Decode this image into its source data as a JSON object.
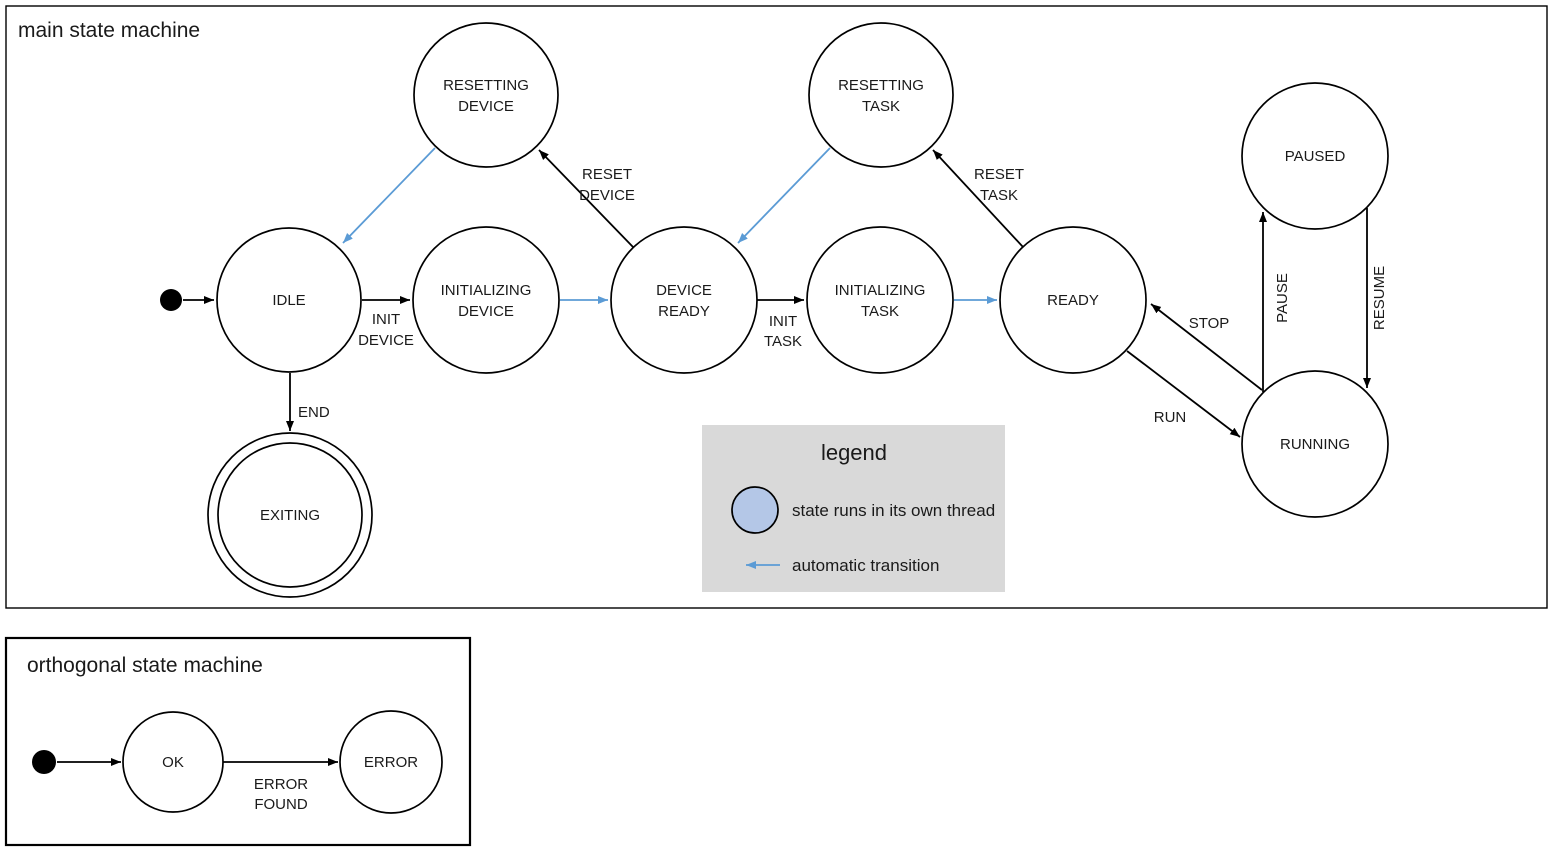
{
  "colors": {
    "state_fill": "#b4c7e7",
    "auto_transition_blue": "#5b9bd5",
    "legend_bg": "#d9d9d9"
  },
  "main": {
    "title": "main state machine",
    "states": {
      "resetting_device": {
        "line1": "RESETTING",
        "line2": "DEVICE"
      },
      "resetting_task": {
        "line1": "RESETTING",
        "line2": "TASK"
      },
      "paused": {
        "label": "PAUSED"
      },
      "idle": {
        "label": "IDLE"
      },
      "initializing_device": {
        "line1": "INITIALIZING",
        "line2": "DEVICE"
      },
      "device_ready": {
        "line1": "DEVICE",
        "line2": "READY"
      },
      "initializing_task": {
        "line1": "INITIALIZING",
        "line2": "TASK"
      },
      "ready": {
        "label": "READY"
      },
      "running": {
        "label": "RUNNING"
      },
      "exiting": {
        "label": "EXITING"
      }
    },
    "transitions": {
      "init_device": {
        "line1": "INIT",
        "line2": "DEVICE"
      },
      "init_task": {
        "line1": "INIT",
        "line2": "TASK"
      },
      "reset_device": {
        "line1": "RESET",
        "line2": "DEVICE"
      },
      "reset_task": {
        "line1": "RESET",
        "line2": "TASK"
      },
      "end": "END",
      "run": "RUN",
      "stop": "STOP",
      "pause": "PAUSE",
      "resume": "RESUME"
    }
  },
  "legend": {
    "title": "legend",
    "items": {
      "thread": "state runs in its own thread",
      "auto": "automatic transition"
    }
  },
  "orthogonal": {
    "title": "orthogonal state machine",
    "states": {
      "ok": "OK",
      "error": "ERROR"
    },
    "transitions": {
      "error_found": {
        "line1": "ERROR",
        "line2": "FOUND"
      }
    }
  }
}
